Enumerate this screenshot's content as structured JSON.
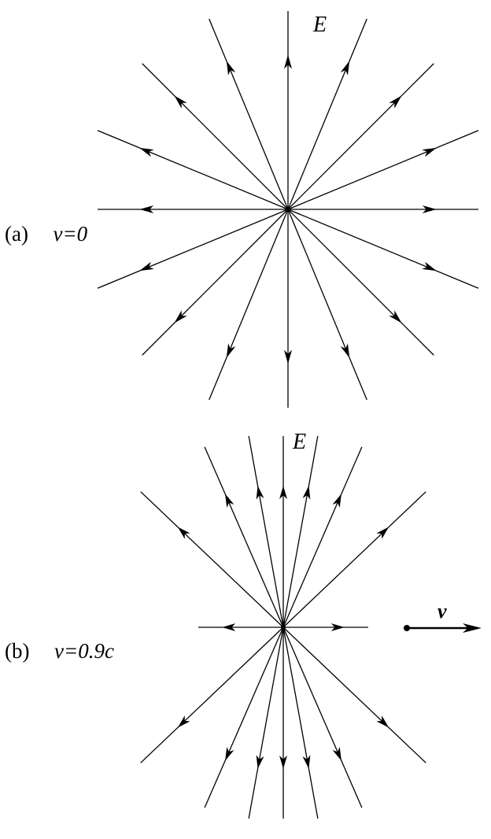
{
  "panels": [
    {
      "id": "a",
      "label": "(a)",
      "velocity": "v=0",
      "field_label": "E",
      "line_count": 16,
      "line_count_note": "16 field lines radiating symmetrically"
    },
    {
      "id": "b",
      "label": "(b)",
      "velocity": "v=0.9c",
      "field_label": "E",
      "line_count": 16,
      "velocity_vector_label": "v"
    }
  ],
  "colors": {
    "ink": "#000000",
    "background": "#ffffff"
  }
}
